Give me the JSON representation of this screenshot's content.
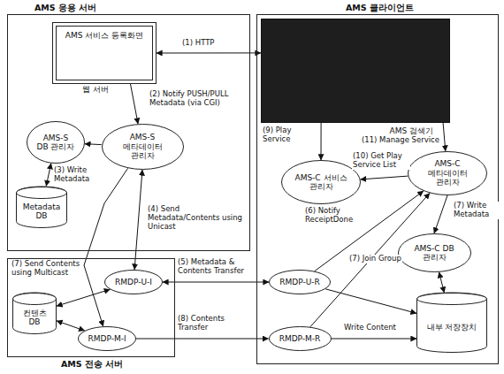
{
  "diagram": {
    "nodes": [
      {
        "text": [
          "AMS 응용 서버"
        ]
      },
      {
        "text": [
          "AMS 서비스 등록화면"
        ],
        "in": 0
      },
      {
        "text": [
          "AMS-S DB 관리자"
        ],
        "in": 0
      },
      {
        "text": [
          "AMS-S 메타데이터 관리자"
        ],
        "in": 0
      },
      {
        "text": [
          "Metadata DB"
        ],
        "in": 0
      },
      {
        "text": [
          "AMS 전송 서버"
        ]
      },
      {
        "text": [
          "컨텐츠 DB"
        ],
        "in": 5
      },
      {
        "text": [
          "RMDP-U-I"
        ],
        "in": 5
      },
      {
        "text": [
          "RMDP-M-I"
        ],
        "in": 5
      },
      {
        "text": [
          "AMS 클라이언트"
        ]
      },
      {
        "text": [
          "AMS 검색기"
        ],
        "in": 9
      },
      {
        "text": [
          "AMS-C 서비스 관리자"
        ],
        "in": 9
      },
      {
        "text": [
          "AMS-C 메타데이터 관리자"
        ],
        "in": 9
      },
      {
        "text": [
          "AMS-C DB 관리자"
        ],
        "in": 9
      },
      {
        "text": [
          "RMDP-U-R"
        ],
        "in": 9
      },
      {
        "text": [
          "RMDP-M-R"
        ],
        "in": 9
      },
      {
        "text": [
          "내부 저장장치"
        ],
        "in": 9
      }
    ],
    "edges": [
      {
        "from": 1,
        "to": 10,
        "arrow": "both",
        "label": "(1) HTTP"
      },
      {
        "from": 1,
        "to": 3,
        "arrow": "to",
        "label": "(2) Notify PUSH/PULL Metadata (via CGI)"
      },
      {
        "from": 3,
        "to": 2,
        "arrow": "to",
        "label": "(3) Write Metadata"
      },
      {
        "from": 2,
        "to": 4,
        "arrow": "both"
      },
      {
        "from": 3,
        "to": 7,
        "arrow": "both",
        "label": "(4) Send Metadata/Contents using Unicast"
      },
      {
        "from": 3,
        "to": 8,
        "arrow": "to",
        "label": "(7) Send Contents using Multicast"
      },
      {
        "from": 7,
        "to": 6,
        "arrow": "both"
      },
      {
        "from": 8,
        "to": 6,
        "arrow": "both"
      },
      {
        "from": 7,
        "to": 14,
        "arrow": "both",
        "label": "(5) Metadata & Contents Transfer"
      },
      {
        "from": 8,
        "to": 15,
        "arrow": "to",
        "label": "(8) Contents Transfer"
      },
      {
        "from": 14,
        "to": 12,
        "arrow": "to",
        "label": "(6) Notify ReceiptDone"
      },
      {
        "from": 15,
        "to": 12,
        "arrow": "to",
        "label": "(7) Join Group"
      },
      {
        "from": 14,
        "to": 16,
        "arrow": "to"
      },
      {
        "from": 15,
        "to": 16,
        "arrow": "to",
        "label": "Write Content"
      },
      {
        "from": 12,
        "to": 13,
        "arrow": "to",
        "label": "(7) Write Metadata"
      },
      {
        "from": 13,
        "to": 16,
        "arrow": "both"
      },
      {
        "from": 10,
        "to": 11,
        "arrow": "to",
        "label": "(9) Play Service"
      },
      {
        "from": 12,
        "to": 11,
        "arrow": "to",
        "label": "(10) Get Play Service List"
      },
      {
        "from": 10,
        "to": 12,
        "arrow": "to",
        "label": "(11) Manage Service"
      }
    ],
    "labels": [
      "웹 서버"
    ]
  }
}
